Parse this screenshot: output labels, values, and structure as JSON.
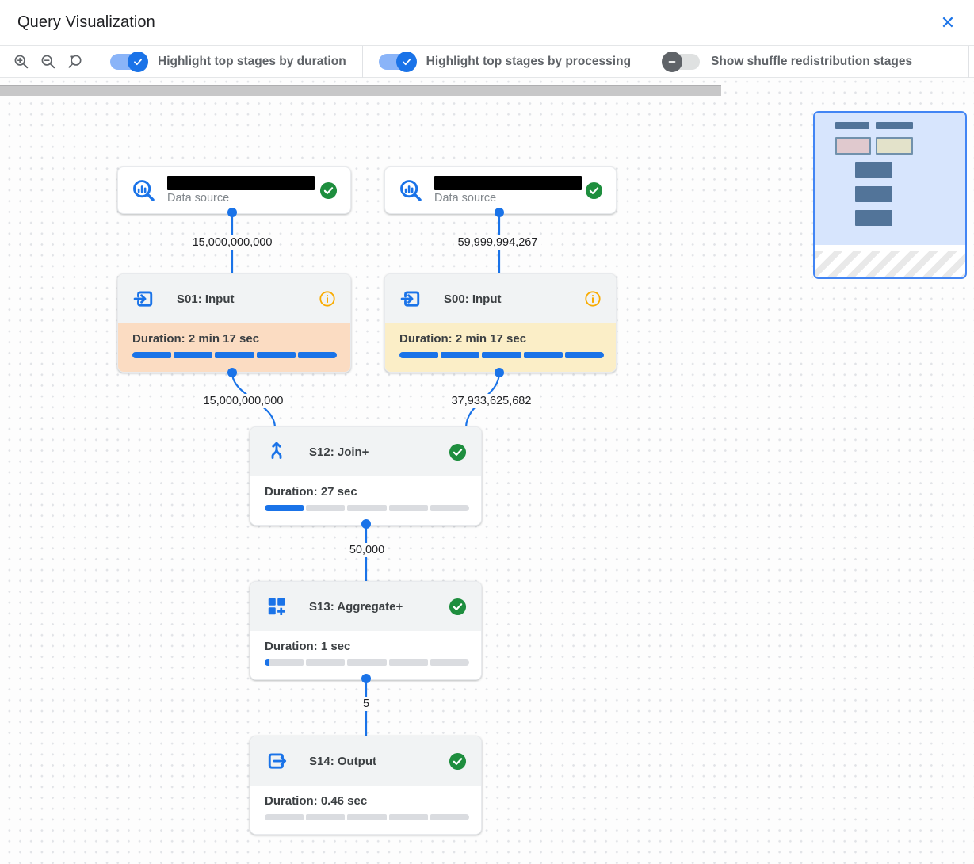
{
  "header": {
    "title": "Query Visualization",
    "close_icon": "✕"
  },
  "toolbar": {
    "zoom_buttons": [
      {
        "name": "zoom-in",
        "icon": "magnifier-plus"
      },
      {
        "name": "zoom-out",
        "icon": "magnifier-minus"
      },
      {
        "name": "zoom-reset",
        "icon": "magnifier-reset"
      }
    ],
    "toggles": [
      {
        "label": "Highlight top stages by duration",
        "state": "on"
      },
      {
        "label": "Highlight top stages by processing",
        "state": "on"
      },
      {
        "label": "Show shuffle redistribution stages",
        "state": "off"
      }
    ]
  },
  "graph": {
    "data_sources": [
      {
        "label": "Data source",
        "name_redacted": true,
        "status": "completed"
      },
      {
        "label": "Data source",
        "name_redacted": true,
        "status": "completed"
      }
    ],
    "stages": [
      {
        "title": "S01: Input",
        "icon": "input-icon",
        "duration": "Duration: 2 min 17 sec",
        "progress_pct": 100,
        "highlight": "duration",
        "status": "info"
      },
      {
        "title": "S00: Input",
        "icon": "input-icon",
        "duration": "Duration: 2 min 17 sec",
        "progress_pct": 100,
        "highlight": "processing",
        "status": "info"
      },
      {
        "title": "S12: Join+",
        "icon": "join-icon",
        "duration": "Duration: 27 sec",
        "progress_pct": 20,
        "highlight": "none",
        "status": "completed"
      },
      {
        "title": "S13: Aggregate+",
        "icon": "aggregate-icon",
        "duration": "Duration: 1 sec",
        "progress_pct": 2,
        "highlight": "none",
        "status": "completed"
      },
      {
        "title": "S14: Output",
        "icon": "output-icon",
        "duration": "Duration: 0.46 sec",
        "progress_pct": 0,
        "highlight": "none",
        "status": "completed"
      }
    ],
    "edges": [
      {
        "from": "data-source-1",
        "to": "S01",
        "label": "15,000,000,000"
      },
      {
        "from": "data-source-2",
        "to": "S00",
        "label": "59,999,994,267"
      },
      {
        "from": "S01",
        "to": "S12",
        "label": "15,000,000,000"
      },
      {
        "from": "S00",
        "to": "S12",
        "label": "37,933,625,682"
      },
      {
        "from": "S12",
        "to": "S13",
        "label": "50,000"
      },
      {
        "from": "S13",
        "to": "S14",
        "label": "5"
      }
    ]
  },
  "colors": {
    "accent_blue": "#1a73e8",
    "toggle_track_on": "#8ab4f8",
    "success_green": "#1e8e3e",
    "info_orange": "#f9ab00",
    "duration_highlight": "#fbdcc2",
    "processing_highlight": "#fbeec7",
    "progress_gray": "#dadce0",
    "stage_header_gray": "#f1f3f4"
  }
}
